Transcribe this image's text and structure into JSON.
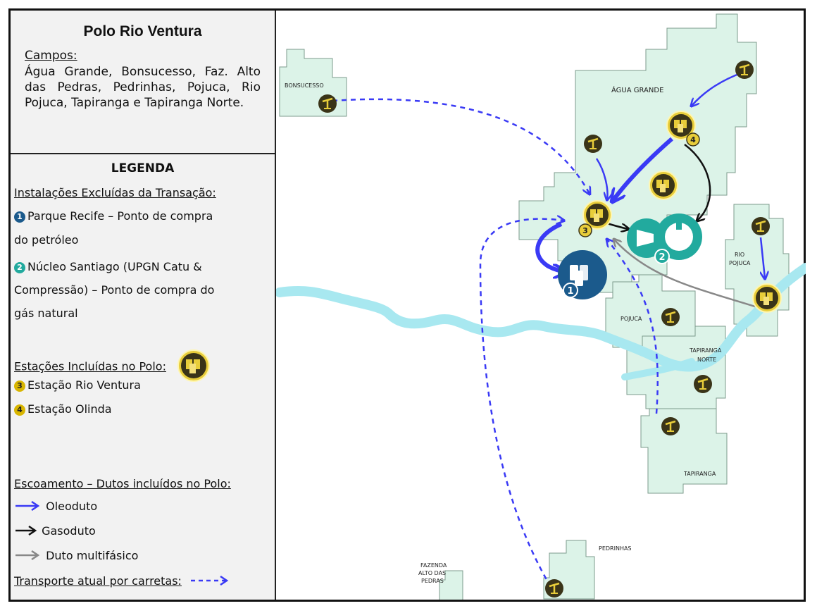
{
  "title": "Polo Rio Ventura",
  "fields": {
    "heading": "Campos:",
    "text": "Água Grande, Bonsucesso, Faz. Alto das Pedras, Pedrinhas, Pojuca, Rio Pojuca, Tapiranga e Tapiranga Norte."
  },
  "legend": {
    "title": "LEGENDA",
    "excluded_heading": "Instalações Excluídas da Transação:",
    "excluded_items": [
      {
        "number": "1",
        "line1": "Parque Recife – Ponto de compra",
        "line2": "do petróleo"
      },
      {
        "number": "2",
        "line1": "Núcleo Santiago (UPGN Catu &",
        "line2": "Compressão) – Ponto de compra do",
        "line3": "gás natural"
      }
    ],
    "stations_heading": "Estações Incluídas no Polo:",
    "stations": [
      {
        "number": "3",
        "label": "Estação Rio Ventura"
      },
      {
        "number": "4",
        "label": "Estação Olinda"
      }
    ],
    "flow_heading": "Escoamento –  Dutos incluídos no Polo:",
    "flow_items": [
      {
        "label": "Oleoduto",
        "color": "#3a3af5"
      },
      {
        "label": "Gasoduto",
        "color": "#111111"
      },
      {
        "label": "Duto multifásico",
        "color": "#888888"
      }
    ],
    "transport_label": "Transporte atual por carretas:",
    "transport_color": "#3a3af5"
  },
  "map": {
    "field_labels": {
      "bonsucesso": "BONSUCESSO",
      "agua_grande": "ÁGUA GRANDE",
      "rio_pojuca_1": "RIO",
      "rio_pojuca_2": "POJUCA",
      "pojuca": "POJUCA",
      "tapiranga_norte_1": "TAPIRANGA",
      "tapiranga_norte_2": "NORTE",
      "tapiranga": "TAPIRANGA",
      "pedrinhas": "PEDRINHAS",
      "fazenda_1": "FAZENDA",
      "fazenda_2": "ALTO DAS",
      "fazenda_3": "PEDRAS"
    },
    "markers": {
      "parque_recife": "1",
      "nucleo_santiago": "2",
      "rio_ventura": "3",
      "olinda": "4"
    },
    "colors": {
      "field_fill": "#dcf3e8",
      "field_stroke": "#7d9b8c",
      "river": "#a8e8f0",
      "oil": "#3a3af5",
      "gas": "#111111",
      "multiphase": "#888888",
      "well_fill": "#3a3418",
      "station_fill": "#e8cd3a",
      "recife": "#1b5a8c",
      "santiago": "#22aa9e"
    }
  }
}
